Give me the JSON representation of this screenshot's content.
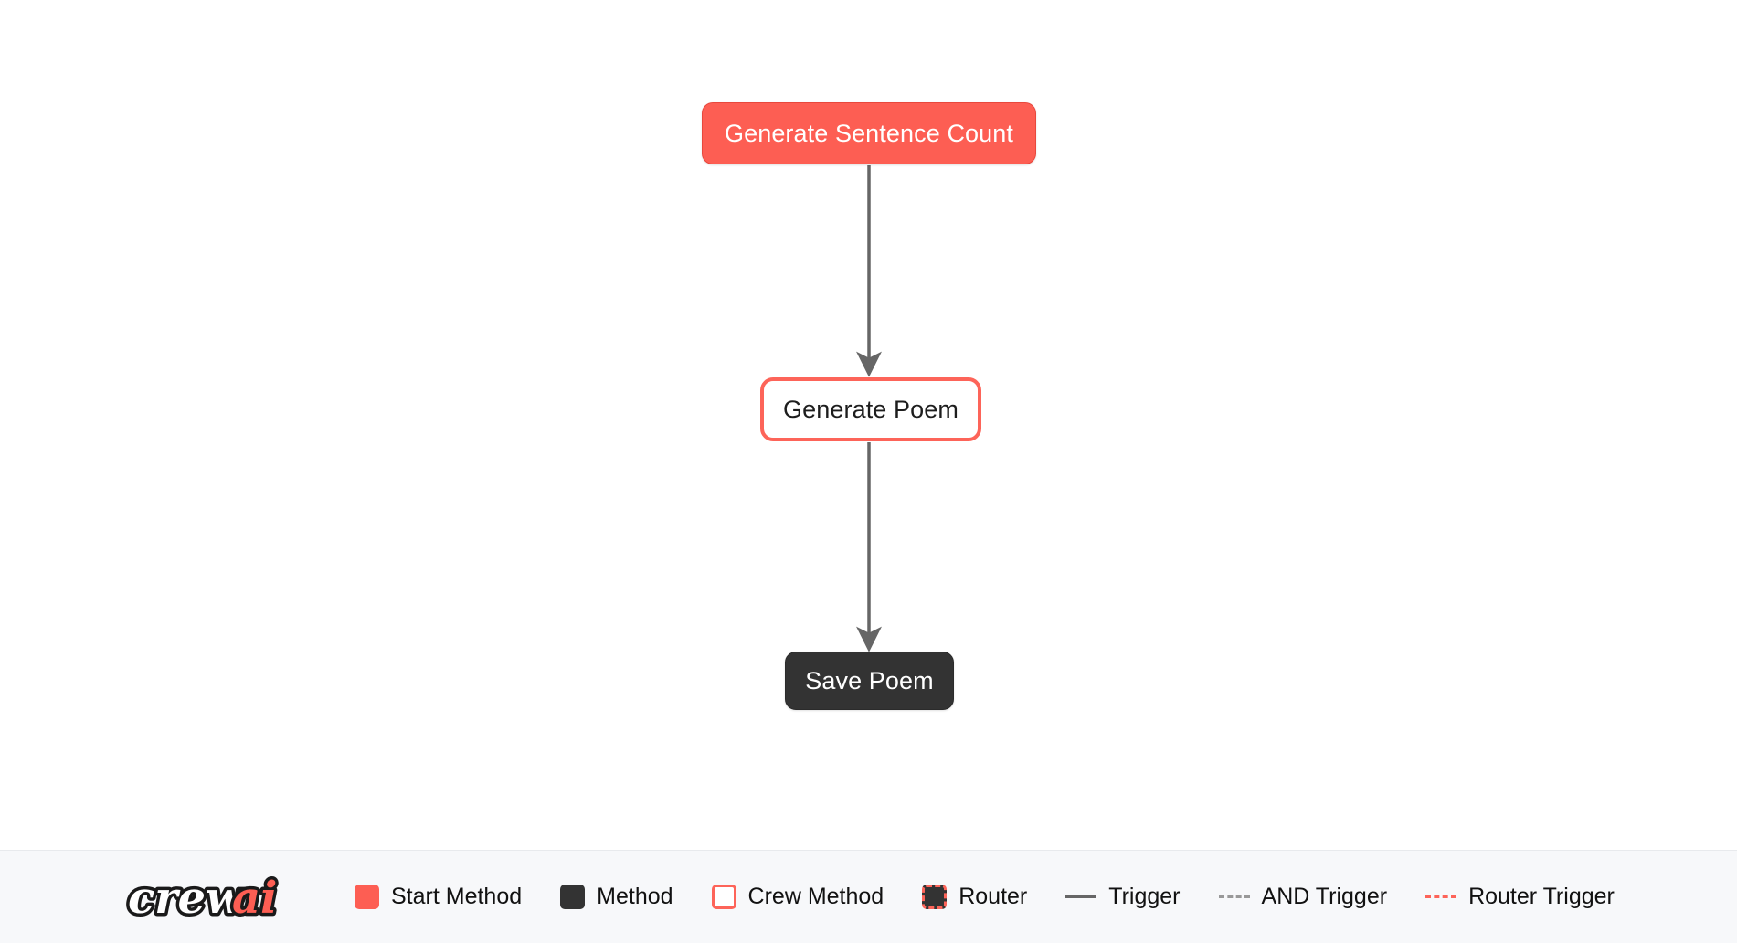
{
  "canvas": {
    "background": "#ffffff",
    "nodes": [
      {
        "id": "generate-sentence-count",
        "label": "Generate Sentence Count",
        "type": "start-method",
        "color": "#fd5e53",
        "text_color": "#ffffff"
      },
      {
        "id": "generate-poem",
        "label": "Generate Poem",
        "type": "crew-method",
        "color": "#ffffff",
        "border_color": "#fd6459",
        "text_color": "#1d1d1d"
      },
      {
        "id": "save-poem",
        "label": "Save Poem",
        "type": "method",
        "color": "#333333",
        "text_color": "#ffffff"
      }
    ],
    "edges": [
      {
        "from": "generate-sentence-count",
        "to": "generate-poem",
        "type": "trigger",
        "color": "#666666"
      },
      {
        "from": "generate-poem",
        "to": "save-poem",
        "type": "trigger",
        "color": "#666666"
      }
    ]
  },
  "legend": {
    "background": "#f7f8fa",
    "logo": {
      "text_primary": "crew",
      "text_accent": "ai",
      "accent_color": "#fd5e53"
    },
    "items": [
      {
        "key": "start-method",
        "label": "Start Method",
        "swatch": "filled-coral",
        "color": "#fd5e53"
      },
      {
        "key": "method",
        "label": "Method",
        "swatch": "filled-dark",
        "color": "#333333"
      },
      {
        "key": "crew-method",
        "label": "Crew Method",
        "swatch": "outline-coral",
        "color": "#fd6459"
      },
      {
        "key": "router",
        "label": "Router",
        "swatch": "dashed-dark",
        "color": "#fd6459"
      },
      {
        "key": "trigger",
        "label": "Trigger",
        "swatch": "line-solid",
        "color": "#666666"
      },
      {
        "key": "and-trigger",
        "label": "AND Trigger",
        "swatch": "line-dashed",
        "color": "#999999"
      },
      {
        "key": "router-trigger",
        "label": "Router Trigger",
        "swatch": "line-dashed-red",
        "color": "#fd6459"
      }
    ]
  }
}
